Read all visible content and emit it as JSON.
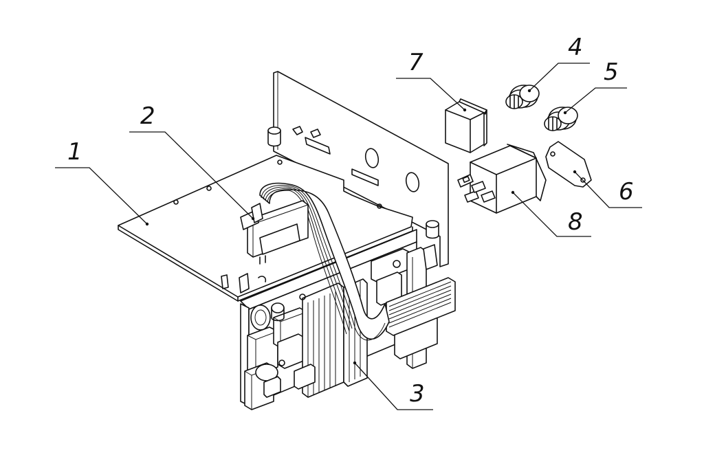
{
  "labels": [
    {
      "id": "1",
      "text": "1"
    },
    {
      "id": "2",
      "text": "2"
    },
    {
      "id": "3",
      "text": "3"
    },
    {
      "id": "4",
      "text": "4"
    },
    {
      "id": "5",
      "text": "5"
    },
    {
      "id": "6",
      "text": "6"
    },
    {
      "id": "7",
      "text": "7"
    },
    {
      "id": "8",
      "text": "8"
    }
  ]
}
